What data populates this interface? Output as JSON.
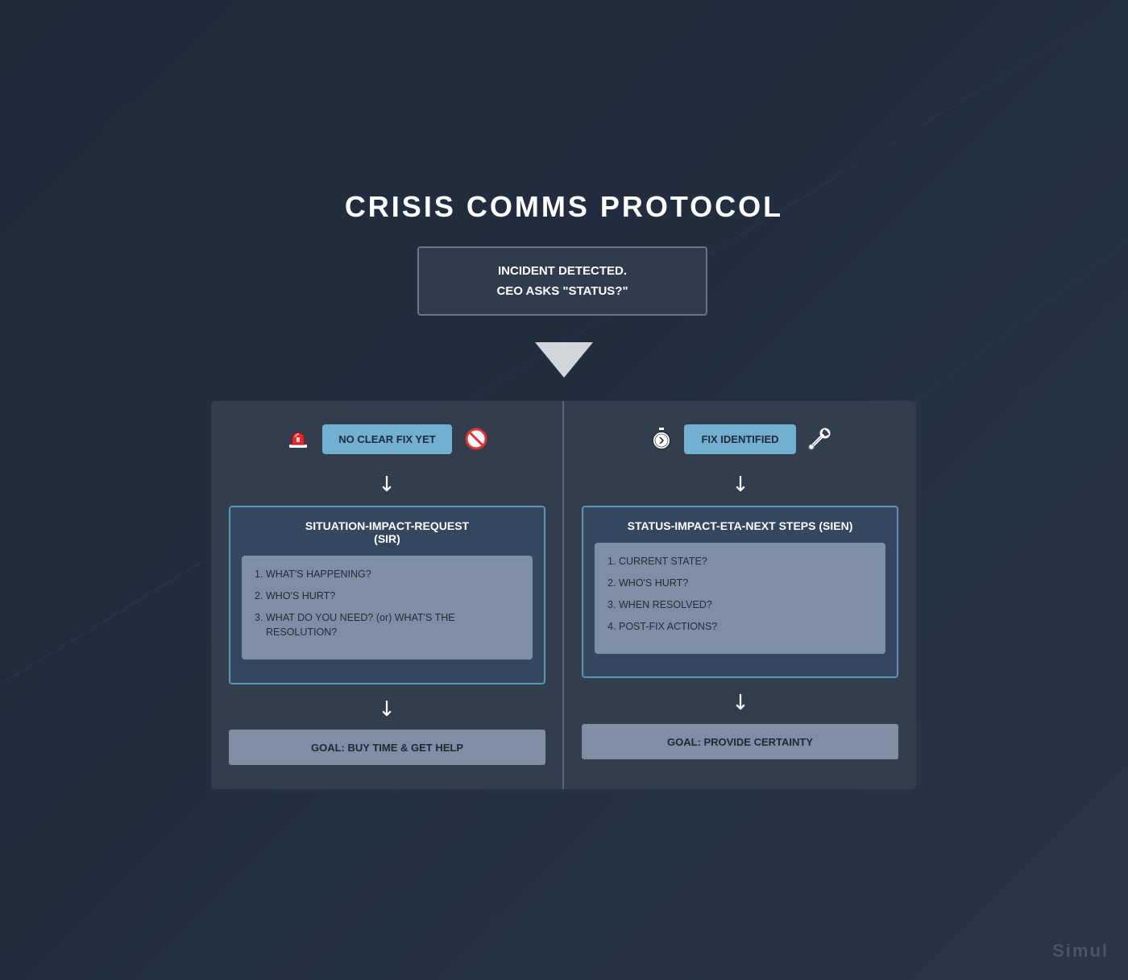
{
  "title": "CRISIS COMMS PROTOCOL",
  "incident": {
    "line1": "INCIDENT DETECTED.",
    "line2": "CEO ASKS \"STATUS?\""
  },
  "left": {
    "badge": "NO CLEAR FIX YET",
    "icon_left": "siren-icon",
    "icon_right": "no-entry-icon",
    "method_title": "SITUATION-IMPACT-REQUEST (SIR)",
    "method_title_line1": "SITUATION-IMPACT-REQUEST",
    "method_title_line2": "(SIR)",
    "items": [
      {
        "num": "1.",
        "text": "WHAT'S HAPPENING?"
      },
      {
        "num": "2.",
        "text": "WHO'S HURT?"
      },
      {
        "num": "3.",
        "text": "WHAT DO YOU NEED? (or) WHAT'S THE RESOLUTION?"
      }
    ],
    "goal": "GOAL: BUY TIME & GET HELP"
  },
  "right": {
    "badge": "FIX IDENTIFIED",
    "icon_left": "stopwatch-icon",
    "icon_right": "wrench-icon",
    "method_title": "STATUS-IMPACT-ETA-NEXT STEPS (SIEN)",
    "items": [
      {
        "num": "1.",
        "text": "CURRENT STATE?"
      },
      {
        "num": "2.",
        "text": "WHO'S HURT?"
      },
      {
        "num": "3.",
        "text": "WHEN RESOLVED?"
      },
      {
        "num": "4.",
        "text": "POST-FIX ACTIONS?"
      }
    ],
    "goal": "GOAL: PROVIDE CERTAINTY"
  },
  "arrow_glyph": "↓",
  "watermark": "Simul",
  "colors": {
    "badge": "#73afd0",
    "method_border": "#5f93b6",
    "list_bg": "#7e8ea3",
    "panel_bg": "#323d4e"
  }
}
